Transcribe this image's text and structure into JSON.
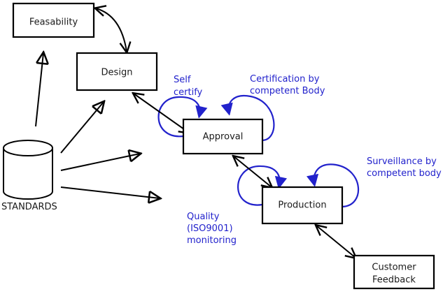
{
  "diagram": {
    "title": "Standards-driven product lifecycle flow diagram",
    "colors": {
      "node_stroke": "#000000",
      "node_fill": "#ffffff",
      "node_text": "#1a1a1a",
      "annotation": "#2222cc",
      "background": "#ffffff"
    },
    "nodes": [
      {
        "id": "feasability",
        "label": "Feasability",
        "shape": "rectangle"
      },
      {
        "id": "design",
        "label": "Design",
        "shape": "rectangle"
      },
      {
        "id": "approval",
        "label": "Approval",
        "shape": "rectangle"
      },
      {
        "id": "production",
        "label": "Production",
        "shape": "rectangle"
      },
      {
        "id": "customer_feedback",
        "label_line1": "Customer",
        "label_line2": "Feedback",
        "shape": "rectangle"
      },
      {
        "id": "standards",
        "label": "STANDARDS",
        "shape": "cylinder"
      }
    ],
    "annotations": [
      {
        "id": "self-certify",
        "line1": "Self",
        "line2": "certify",
        "attached_to": "approval"
      },
      {
        "id": "certification-competent-body",
        "line1": "Certification by",
        "line2": "competent Body",
        "attached_to": "approval"
      },
      {
        "id": "surveillance-competent-body",
        "line1": "Surveillance by",
        "line2": "competent body",
        "attached_to": "production"
      },
      {
        "id": "quality-iso9001-monitoring",
        "line1": "Quality",
        "line2": "(ISO9001)",
        "line3": "monitoring",
        "attached_to": "production"
      }
    ],
    "edges": [
      {
        "id": "feasability-design",
        "from": "feasability",
        "to": "design",
        "style": "curved",
        "heads": "both"
      },
      {
        "id": "design-approval",
        "from": "design",
        "to": "approval",
        "style": "straight",
        "heads": "both"
      },
      {
        "id": "approval-production",
        "from": "approval",
        "to": "production",
        "style": "straight",
        "heads": "both"
      },
      {
        "id": "production-customer-feedback",
        "from": "production",
        "to": "customer_feedback",
        "style": "straight",
        "heads": "both"
      },
      {
        "id": "standards-feasability",
        "from": "standards",
        "to": "feasability",
        "style": "straight",
        "heads": "single"
      },
      {
        "id": "standards-design",
        "from": "standards",
        "to": "design",
        "style": "straight",
        "heads": "single"
      },
      {
        "id": "standards-approval",
        "from": "standards",
        "to": "approval",
        "style": "straight",
        "heads": "single"
      },
      {
        "id": "standards-production",
        "from": "standards",
        "to": "production",
        "style": "straight",
        "heads": "single"
      }
    ],
    "loops": [
      {
        "id": "approval-left-loop",
        "node": "approval",
        "side": "left",
        "annotation": "self-certify"
      },
      {
        "id": "approval-right-loop",
        "node": "approval",
        "side": "right",
        "annotation": "certification-competent-body"
      },
      {
        "id": "production-left-loop",
        "node": "production",
        "side": "left",
        "annotation": "quality-iso9001-monitoring"
      },
      {
        "id": "production-right-loop",
        "node": "production",
        "side": "right",
        "annotation": "surveillance-competent-body"
      }
    ]
  }
}
